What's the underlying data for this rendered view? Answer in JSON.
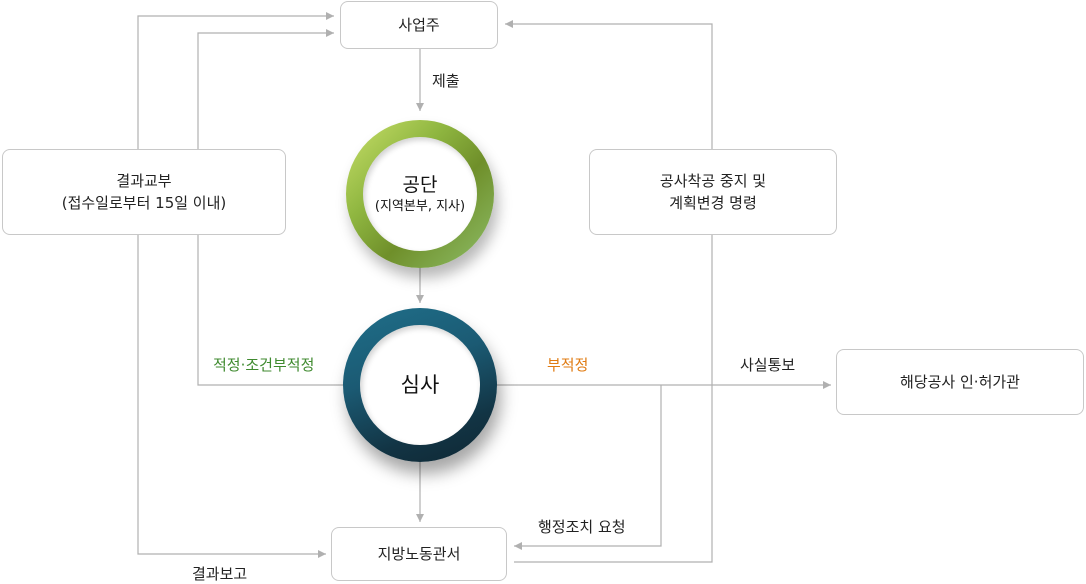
{
  "nodes": {
    "employer": "사업주",
    "agency": {
      "title": "공단",
      "subtitle": "(지역본부, 지사)"
    },
    "review": "심사",
    "labor_office": "지방노동관서",
    "permit_authority": "해당공사 인·허가관",
    "result_delivery": {
      "line1": "결과교부",
      "line2": "(접수일로부터 15일 이내)"
    },
    "stop_order": {
      "line1": "공사착공 중지 및",
      "line2": "계획변경 명령"
    }
  },
  "edge_labels": {
    "submit": "제출",
    "suitable": "적정·조건부적정",
    "unsuitable": "부적정",
    "notify": "사실통보",
    "admin_action": "행정조치 요청",
    "result_report": "결과보고"
  },
  "colors": {
    "agency_ring": "#8fb640",
    "review_ring": "#1b5a73",
    "suitable_text": "#3f8a2f",
    "unsuitable_text": "#e07b12",
    "line": "#b0b0b0"
  }
}
